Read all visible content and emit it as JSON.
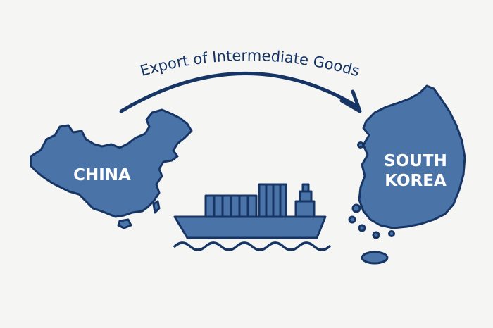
{
  "diagram": {
    "arrow_label": "Export of Intermediate Goods",
    "source_label": "CHINA",
    "target_label_line1": "SOUTH",
    "target_label_line2": "KOREA"
  },
  "colors": {
    "map_fill": "#4a74a8",
    "outline": "#163565",
    "background": "#f5f5f3",
    "label_text": "#ffffff"
  },
  "icons": {
    "ship": "container-ship-icon",
    "waves": "wave-icon",
    "arrow": "curved-arrow-icon"
  }
}
